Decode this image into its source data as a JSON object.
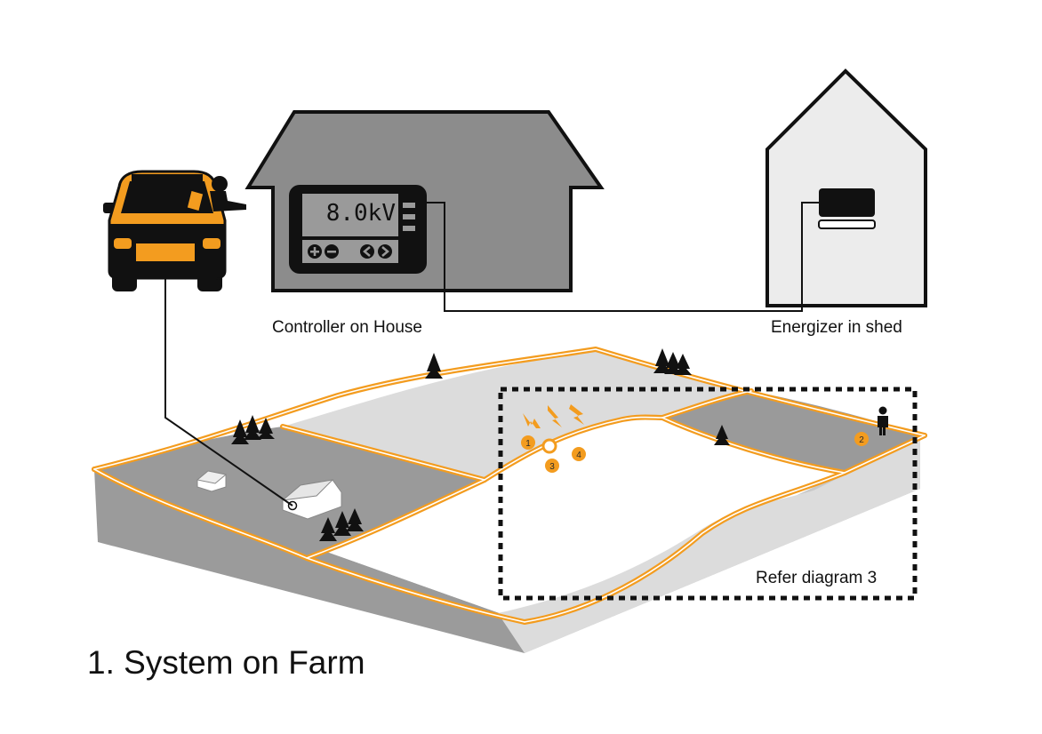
{
  "title": "1. System on Farm",
  "labels": {
    "controller": "Controller on House",
    "energizer": "Energizer in shed",
    "refer": "Refer diagram 3"
  },
  "controller_display": {
    "reading": "8.0kV"
  },
  "badges": [
    "1",
    "2",
    "3",
    "4"
  ],
  "colors": {
    "accent": "#f39c1f",
    "dark": "#111111",
    "house": "#8c8c8c",
    "shed": "#ececec",
    "field_dark": "#9a9a9a",
    "field_light": "#dcdcdc"
  },
  "icons": [
    "vehicle-icon",
    "person-icon",
    "tree-icon",
    "lightning-icon",
    "house-icon",
    "shed-icon"
  ]
}
